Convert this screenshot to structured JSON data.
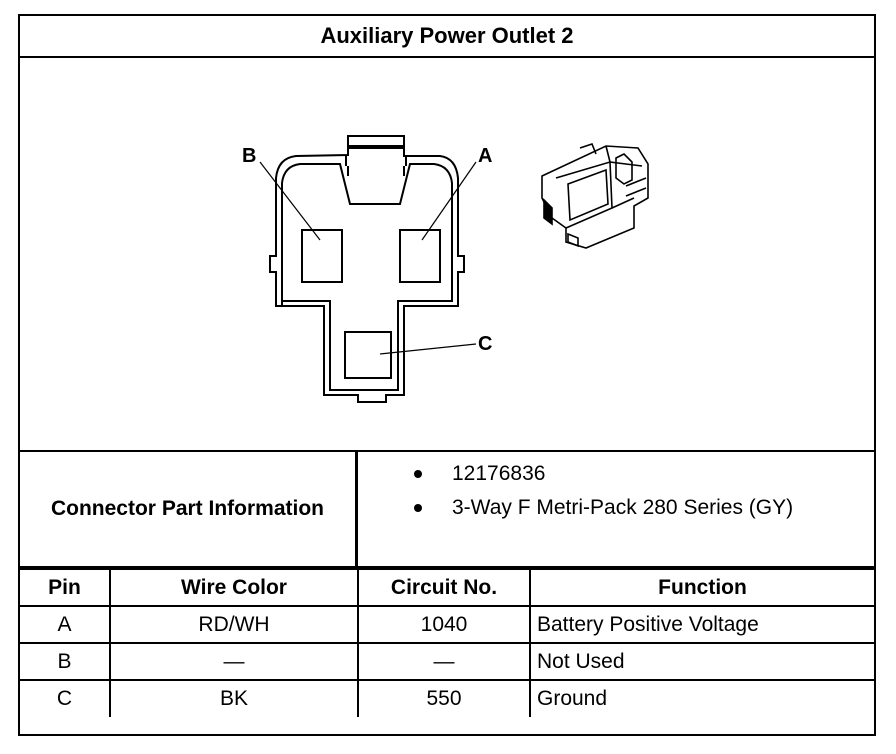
{
  "title": "Auxiliary Power Outlet 2",
  "diagram": {
    "labels": {
      "a": "A",
      "b": "B",
      "c": "C"
    }
  },
  "connector_info": {
    "label": "Connector Part Information",
    "items": [
      "12176836",
      "3-Way F Metri-Pack 280 Series (GY)"
    ]
  },
  "table": {
    "headers": [
      "Pin",
      "Wire Color",
      "Circuit No.",
      "Function"
    ],
    "rows": [
      [
        "A",
        "RD/WH",
        "1040",
        "Battery Positive Voltage"
      ],
      [
        "B",
        "—",
        "—",
        "Not Used"
      ],
      [
        "C",
        "BK",
        "550",
        "Ground"
      ]
    ]
  }
}
